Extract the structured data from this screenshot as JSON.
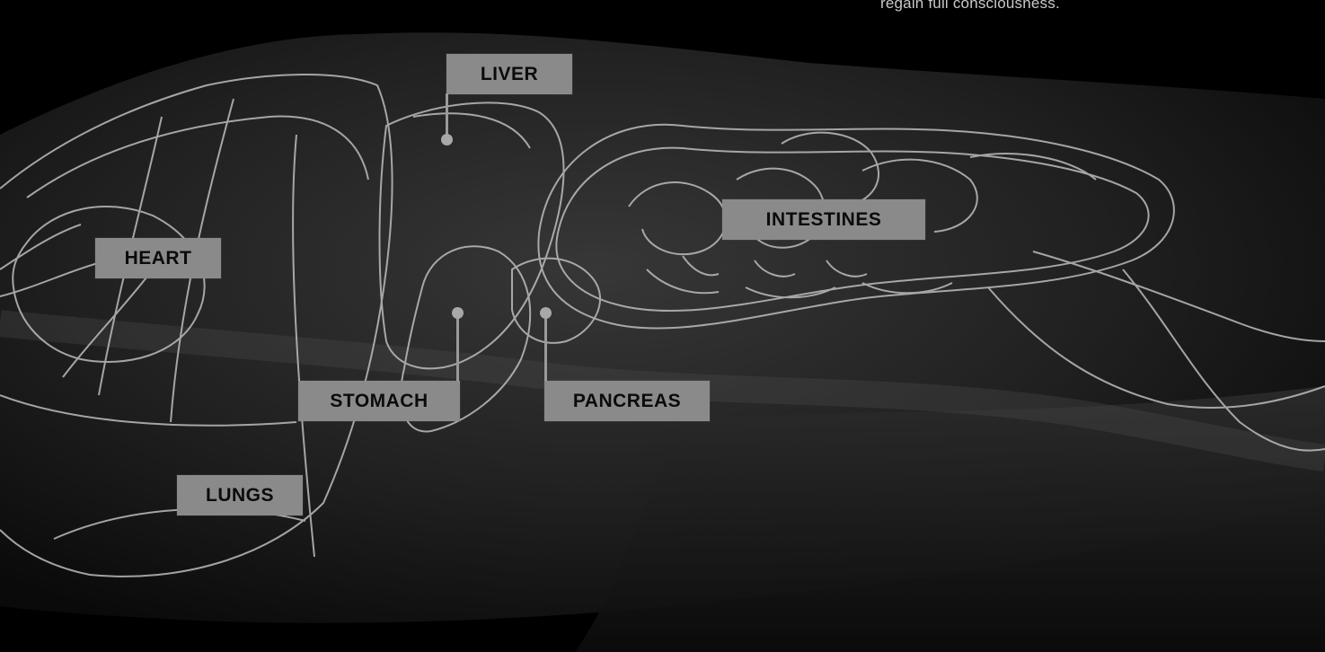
{
  "caption": "regain full consciousness.",
  "labels": {
    "liver": "LIVER",
    "intestines": "INTESTINES",
    "heart": "HEART",
    "stomach": "STOMACH",
    "pancreas": "PANCREAS",
    "lungs": "LUNGS"
  },
  "colors": {
    "background": "#000000",
    "label_fill": "#8a8a8a",
    "label_text": "#0b0b0b",
    "outline": "#bdbdbd"
  }
}
